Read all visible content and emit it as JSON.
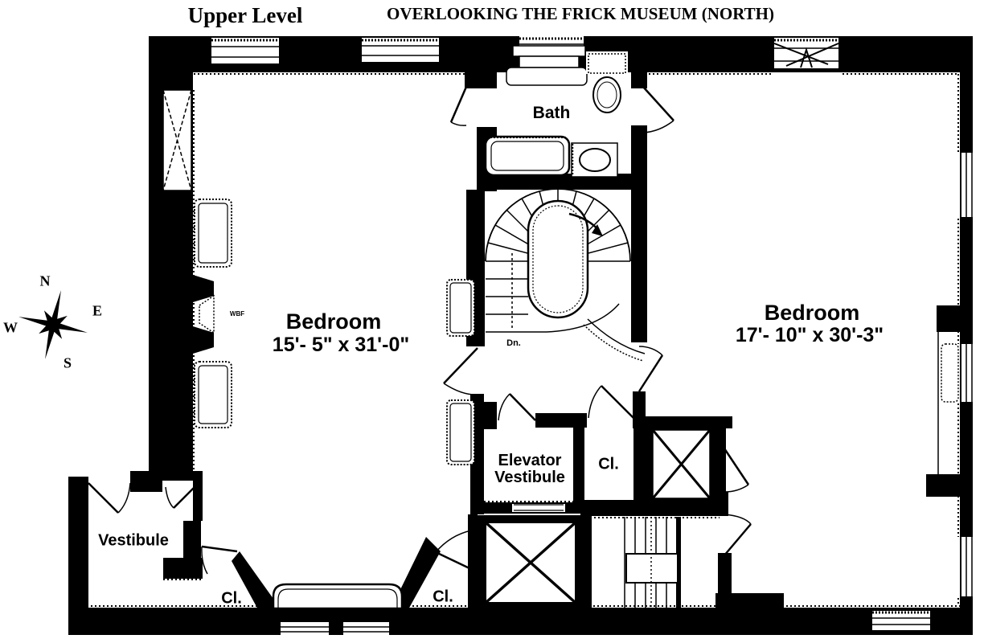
{
  "header": {
    "level_label": "Upper Level",
    "title": "OVERLOOKING THE FRICK MUSEUM (NORTH)"
  },
  "compass": {
    "north": "N",
    "east": "E",
    "south": "S",
    "west": "W"
  },
  "rooms": {
    "bath": {
      "label": "Bath"
    },
    "bedroom_left": {
      "label": "Bedroom",
      "dimensions": "15'- 5\" x 31'-0\""
    },
    "bedroom_right": {
      "label": "Bedroom",
      "dimensions": "17'- 10\" x 30'-3\""
    },
    "elevator_vestibule": {
      "label_line1": "Elevator",
      "label_line2": "Vestibule"
    },
    "vestibule": {
      "label": "Vestibule"
    },
    "closet_hall": {
      "label": "Cl."
    },
    "closet_bottom_left": {
      "label": "Cl."
    },
    "closet_bottom_center": {
      "label": "Cl."
    }
  },
  "annotations": {
    "stairs_direction": "Dn.",
    "fireplace": "WBF"
  },
  "colors": {
    "wall": "#000000",
    "floor": "#ffffff"
  }
}
